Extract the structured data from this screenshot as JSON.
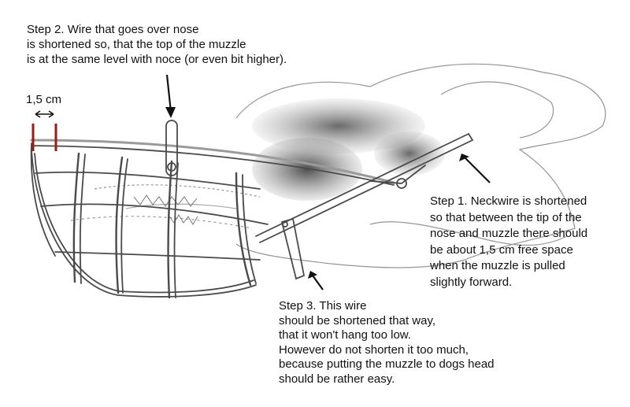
{
  "measure_label": "1,5 cm",
  "step2": {
    "lines": [
      "Step 2. Wire that goes over nose",
      "is shortened so, that the top of the muzzle",
      "is at the same level with noce (or even bit higher)."
    ]
  },
  "step1": {
    "lines": [
      "Step 1. Neckwire is shortened",
      "so that between the tip of the",
      "nose and muzzle there should",
      "be about 1,5 cm free space",
      "when the muzzle is pulled",
      "slightly forward."
    ]
  },
  "step3": {
    "lines": [
      "Step 3. This wire",
      "should be shortened that way,",
      "that it won't hang too low.",
      "However do not shorten it too much,",
      "because putting the muzzle to dogs head",
      "should be rather easy."
    ]
  },
  "colors": {
    "wire": "#4a4a4a",
    "sketch": "#8a8a8a",
    "shade": "#6e6e6e",
    "marker": "#9b1a1a",
    "arrow": "#111111"
  }
}
